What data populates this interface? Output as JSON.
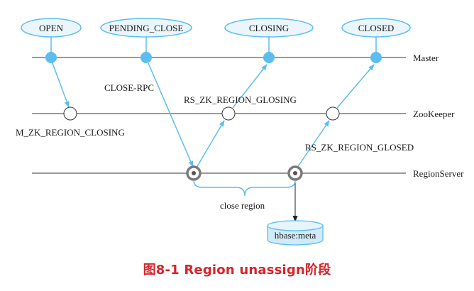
{
  "states": {
    "open": "OPEN",
    "pending_close": "PENDING_CLOSE",
    "closing": "CLOSING",
    "closed": "CLOSED"
  },
  "lanes": {
    "master": "Master",
    "zookeeper": "ZooKeeper",
    "regionserver": "RegionServer"
  },
  "messages": {
    "close_rpc": "CLOSE-RPC",
    "m_zk_region_closing": "M_ZK_REGION_CLOSING",
    "rs_zk_region_closing": "RS_ZK_REGION_GLOSING",
    "rs_zk_region_closed": "RS_ZK_REGION_GLOSED",
    "close_region": "close region"
  },
  "meta_table": "hbase:meta",
  "caption": "图8-1 Region unassign阶段",
  "colors": {
    "accent": "#5bbdf0",
    "ellipse_fill": "#eaf6fc",
    "caption": "#d8232a",
    "line": "#333333",
    "regionserver_node": "#7a7a7a"
  }
}
